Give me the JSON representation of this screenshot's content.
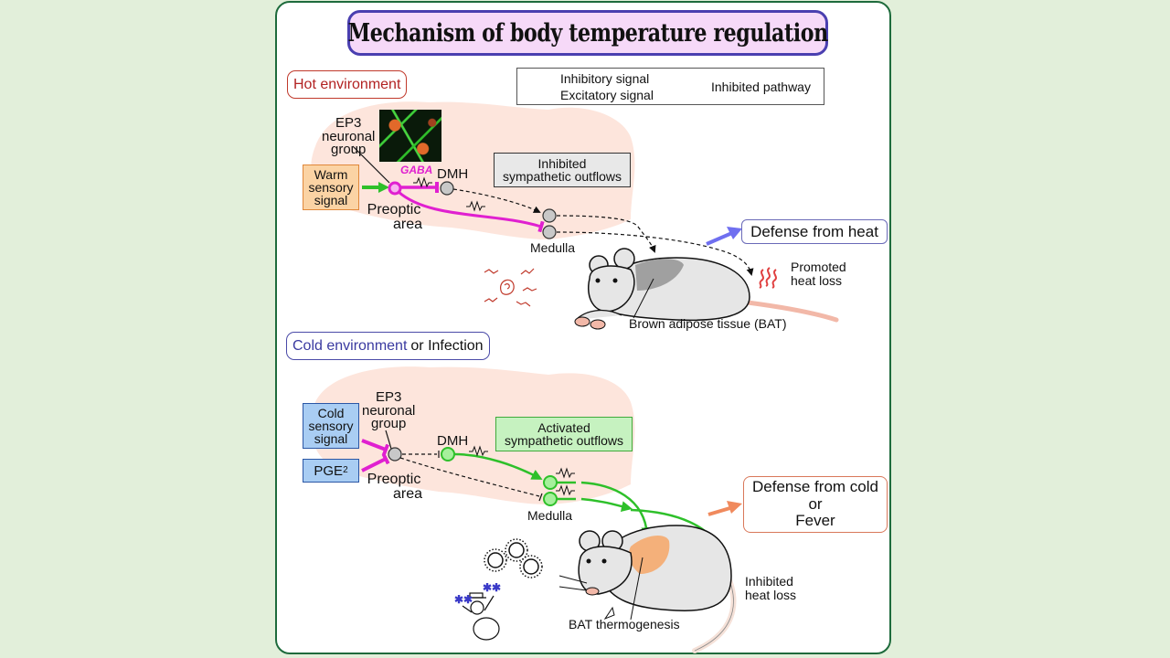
{
  "title": "Mechanism of body temperature regulation",
  "legend": {
    "inhibitory": "Inhibitory signal",
    "excitatory": "Excitatory signal",
    "inhibited_pathway": "Inhibited pathway"
  },
  "colors": {
    "background": "#e2efda",
    "panel_border": "#1e6b3c",
    "inhibitory": "#e020d0",
    "excitatory": "#2ec02a",
    "brain": "#fde5dc",
    "title_fill": "#f6d9f8",
    "title_border": "#4a3fb0",
    "defense_heat_arrow": "#6f6ff0",
    "defense_cold_arrow": "#f08a5d"
  },
  "hot": {
    "environment": "Hot environment",
    "ep3_label": [
      "EP3",
      "neuronal",
      "group"
    ],
    "warm_signal": [
      "Warm",
      "sensory",
      "signal"
    ],
    "gaba": "GABA",
    "dmh": "DMH",
    "preoptic": [
      "Preoptic",
      "area"
    ],
    "outflow_box": [
      "Inhibited",
      "sympathetic outflows"
    ],
    "medulla": "Medulla",
    "defense": "Defense from heat",
    "heat_loss": [
      "Promoted",
      "heat loss"
    ],
    "bat": "Brown adipose tissue (BAT)"
  },
  "cold": {
    "environment_a": "Cold environment",
    "environment_b": "or Infection",
    "ep3_label": [
      "EP3",
      "neuronal",
      "group"
    ],
    "cold_signal": [
      "Cold",
      "sensory",
      "signal"
    ],
    "pge": "PGE",
    "pge_sub": "2",
    "dmh": "DMH",
    "preoptic": [
      "Preoptic",
      "area"
    ],
    "outflow_box": [
      "Activated",
      "sympathetic outflows"
    ],
    "medulla": "Medulla",
    "defense": [
      "Defense from cold",
      "or",
      "Fever"
    ],
    "heat_loss": [
      "Inhibited",
      "heat loss"
    ],
    "bat": "BAT thermogenesis"
  }
}
